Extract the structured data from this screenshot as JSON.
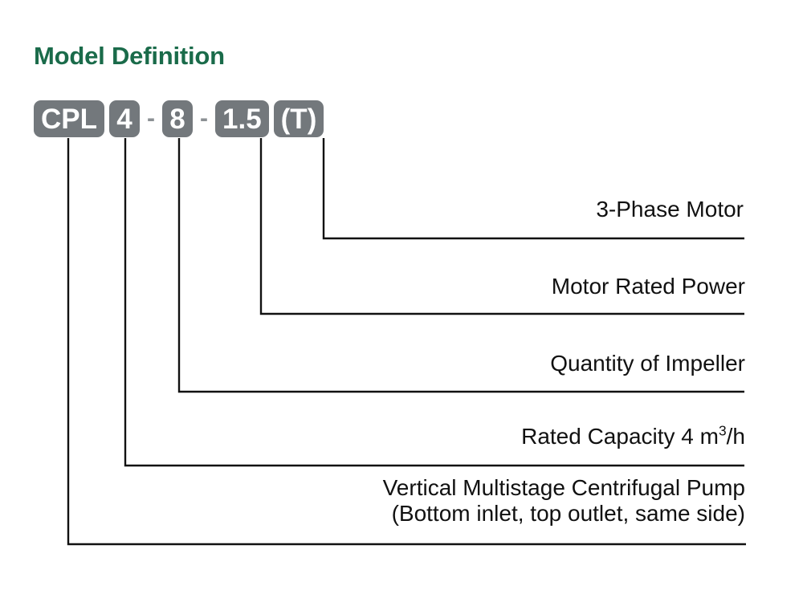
{
  "title": "Model Definition",
  "model_code": {
    "segments": [
      {
        "type": "box",
        "text": "CPL",
        "size": "wide",
        "name": "code-box-cpl"
      },
      {
        "type": "gap"
      },
      {
        "type": "box",
        "text": "4",
        "size": "narrow",
        "name": "code-box-capacity"
      },
      {
        "type": "dash",
        "text": "-"
      },
      {
        "type": "box",
        "text": "8",
        "size": "narrow",
        "name": "code-box-stages"
      },
      {
        "type": "dash",
        "text": "-"
      },
      {
        "type": "box",
        "text": "1.5",
        "size": "mid",
        "name": "code-box-power"
      },
      {
        "type": "gap"
      },
      {
        "type": "box",
        "text": "(T)",
        "size": "mid",
        "name": "code-box-phase"
      }
    ]
  },
  "callouts": {
    "phase": "3-Phase Motor",
    "power": "Motor Rated Power",
    "impeller": "Quantity of Impeller",
    "capacity_pre": "Rated Capacity  4 m",
    "capacity_sup": "3",
    "capacity_post": "/h",
    "pump_line1": "Vertical Multistage Centrifugal Pump",
    "pump_line2": "(Bottom inlet, top outlet, same side)"
  },
  "colors": {
    "title_green": "#1a6b4a",
    "box_gray": "#73787c",
    "dash_gray": "#8b9094",
    "line_black": "#111111",
    "background": "#ffffff"
  }
}
